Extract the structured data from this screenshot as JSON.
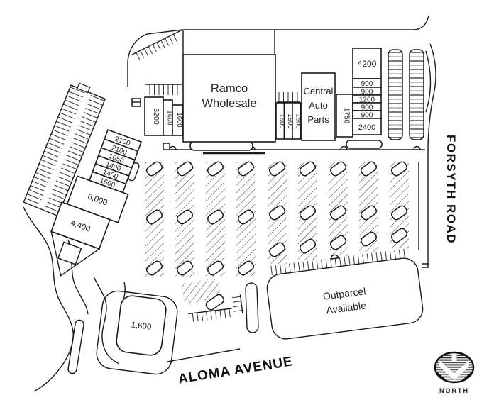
{
  "buildings": {
    "ramco": {
      "line1": "Ramco",
      "line2": "Wholesale"
    },
    "central_auto": {
      "line1": "Central",
      "line2": "Auto",
      "line3": "Parts"
    },
    "outparcel": {
      "line1": "Outparcel",
      "line2": "Available"
    }
  },
  "units": {
    "west_strip": [
      "2100",
      "2100",
      "1050",
      "1400",
      "1400",
      "1600"
    ],
    "west_pad_large": "6,000",
    "west_pad_small": "4,400",
    "north_strip": [
      "3200",
      "1600",
      "1600"
    ],
    "mid_strip": [
      "1600",
      "1600",
      "1600"
    ],
    "east_of_central": "1750",
    "northeast_stack": [
      "4200",
      "900",
      "900",
      "1200",
      "900",
      "900",
      "2400"
    ],
    "south_pad": "1,600"
  },
  "streets": {
    "east": "FORSYTH ROAD",
    "south": "ALOMA AVENUE"
  },
  "compass": {
    "label": "NORTH"
  },
  "colors": {
    "background": "#ffffff",
    "line": "#1a1a1a",
    "hatch": "#3d3d3d",
    "text": "#222222"
  }
}
